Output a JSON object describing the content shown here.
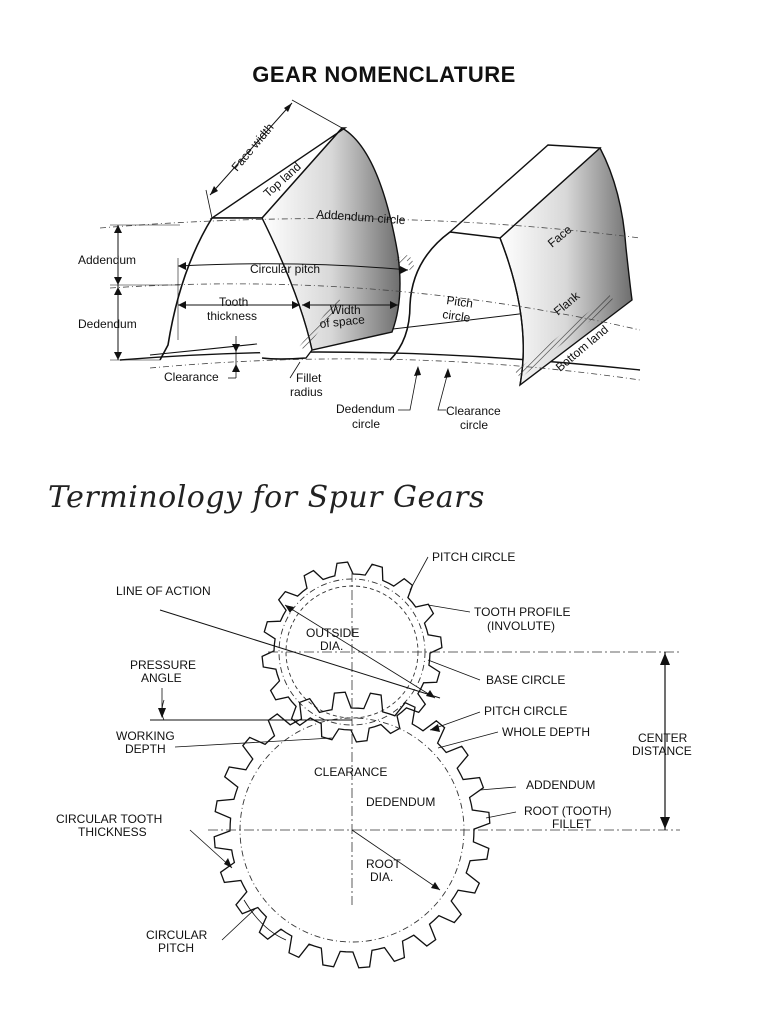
{
  "top": {
    "title": "GEAR NOMENCLATURE",
    "labels": {
      "face_width": "Face width",
      "top_land": "Top land",
      "addendum_circle": "Addendum circle",
      "face": "Face",
      "addendum": "Addendum",
      "circular_pitch": "Circular pitch",
      "pitch": "Pitch",
      "circle": "circle",
      "flank": "Flank",
      "tooth": "Tooth",
      "thickness": "thickness",
      "width": "Width",
      "of_space": "of space",
      "dedendum": "Dedendum",
      "bottom_land": "Bottom land",
      "clearance": "Clearance",
      "fillet": "Fillet",
      "radius": "radius",
      "dedendum_c": "Dedendum",
      "dedendum_circle2": "circle",
      "clearance_c": "Clearance",
      "clearance_circle2": "circle"
    }
  },
  "bottom": {
    "title": "Terminology for Spur Gears",
    "labels": {
      "pitch_circle_top": "PITCH CIRCLE",
      "line_of_action": "LINE OF ACTION",
      "tooth_profile": "TOOTH PROFILE",
      "involute": "(INVOLUTE)",
      "outside": "OUTSIDE",
      "dia": "DIA.",
      "pressure": "PRESSURE",
      "angle": "ANGLE",
      "base_circle": "BASE CIRCLE",
      "pitch_circle_mid": "PITCH CIRCLE",
      "working": "WORKING",
      "depth": "DEPTH",
      "whole_depth": "WHOLE DEPTH",
      "center": "CENTER",
      "distance": "DISTANCE",
      "clearance": "CLEARANCE",
      "addendum": "ADDENDUM",
      "dedendum": "DEDENDUM",
      "root_tooth": "ROOT (TOOTH)",
      "fillet": "FILLET",
      "circular_tooth": "CIRCULAR TOOTH",
      "thickness": "THICKNESS",
      "root": "ROOT",
      "root_dia": "DIA.",
      "circular": "CIRCULAR",
      "pitch": "PITCH"
    }
  }
}
